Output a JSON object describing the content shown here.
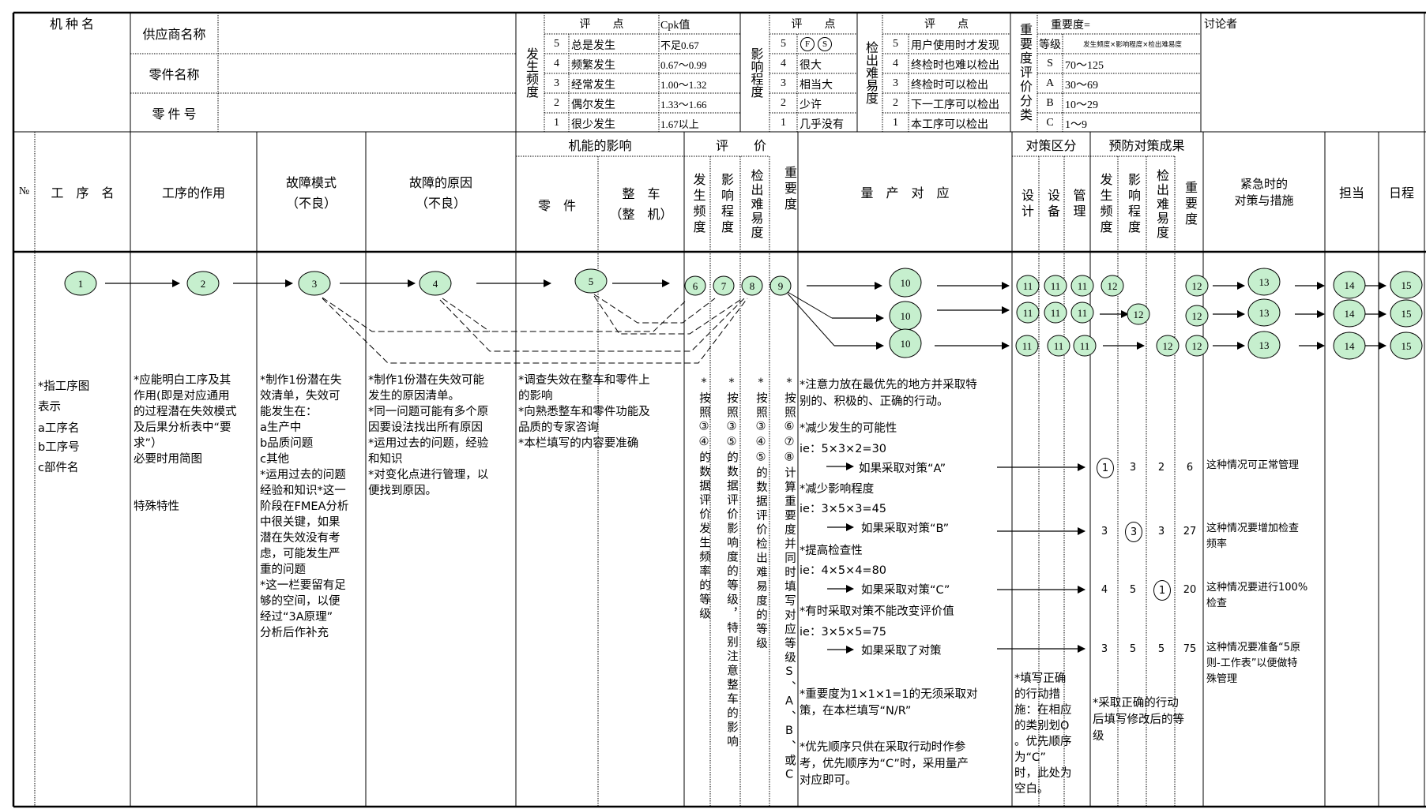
{
  "header": {
    "model_label": "机 种 名",
    "supplier_label": "供应商名称",
    "part_name_label": "零件名称",
    "part_no_label": "零 件 号",
    "discussants_label": "讨论者"
  },
  "occurrence": {
    "label": "发生频度",
    "score_header": "评　　点",
    "cpk_header": "Cpk值",
    "rows": [
      {
        "score": "5",
        "desc": "总是发生",
        "cpk": "不足0.67"
      },
      {
        "score": "4",
        "desc": "频繁发生",
        "cpk": "0.67～0.99"
      },
      {
        "score": "3",
        "desc": "经常发生",
        "cpk": "1.00～1.32"
      },
      {
        "score": "2",
        "desc": "偶尔发生",
        "cpk": "1.33～1.66"
      },
      {
        "score": "1",
        "desc": "很少发生",
        "cpk": "1.67以上"
      }
    ]
  },
  "severity": {
    "label": "影响程度",
    "score_header": "评　　点",
    "rows": [
      {
        "score": "5",
        "icons": [
          "F",
          "S"
        ]
      },
      {
        "score": "4",
        "desc": "很大"
      },
      {
        "score": "3",
        "desc": "相当大"
      },
      {
        "score": "2",
        "desc": "少许"
      },
      {
        "score": "1",
        "desc": "几乎没有"
      }
    ]
  },
  "detection": {
    "label": "检出难易度",
    "score_header": "评　　点",
    "rows": [
      {
        "score": "5",
        "desc": "用户使用时才发现"
      },
      {
        "score": "4",
        "desc": "终检时也难以检出"
      },
      {
        "score": "3",
        "desc": "终检时可以检出"
      },
      {
        "score": "2",
        "desc": "下一工序可以检出"
      },
      {
        "score": "1",
        "desc": "本工序可以检出"
      }
    ]
  },
  "importance": {
    "label": "重要度评价分类",
    "header": "重要度=",
    "grade_label": "等级",
    "formula": "发生频度×影响程度×检出难易度",
    "rows": [
      {
        "grade": "S",
        "range": "70～125"
      },
      {
        "grade": "A",
        "range": "30～69"
      },
      {
        "grade": "B",
        "range": "10～29"
      },
      {
        "grade": "C",
        "range": "1～9"
      }
    ]
  },
  "columns": {
    "no": "№",
    "process_name": "工　序　名",
    "process_function": "工序的作用",
    "failure_mode": [
      "故障模式",
      "（不良）"
    ],
    "failure_cause": [
      "故障的原因",
      "（不良）"
    ],
    "function_effect": "机能的影响",
    "part": "零　件",
    "vehicle": [
      "整　车",
      "（整　机）"
    ],
    "evaluation": "评　　价",
    "eval_occurrence": "发生频度",
    "eval_severity": "影响程度",
    "eval_detection": "检出难易度",
    "eval_importance": "重要度",
    "mass_production": "量　产　对　应",
    "countermeasure_class": "对策区分",
    "cm_design": "设计",
    "cm_equipment": "设备",
    "cm_management": "管理",
    "prevention_result": "预防对策成果",
    "pr_occurrence": "发生频度",
    "pr_severity": "影响程度",
    "pr_detection": "检出难易度",
    "pr_importance": "重要度",
    "emergency": [
      "紧急时的",
      "对策与措施"
    ],
    "owner": "担当",
    "schedule": "日程"
  },
  "flow": {
    "nodes": [
      "1",
      "2",
      "3",
      "4",
      "5",
      "6",
      "7",
      "8",
      "9",
      "10",
      "10",
      "10",
      "11",
      "11",
      "11",
      "11",
      "11",
      "11",
      "11",
      "11",
      "11",
      "12",
      "12",
      "12",
      "12",
      "12",
      "12",
      "13",
      "13",
      "13",
      "14",
      "14",
      "14",
      "15",
      "15",
      "15"
    ]
  },
  "body": {
    "process_name": [
      "*指工序图",
      "表示",
      "a工序名",
      "b工序号",
      "c部件名"
    ],
    "process_function": [
      "*应能明白工序及其",
      "作用(即是对应通用",
      "的过程潜在失效模式",
      "及后果分析表中“要",
      "求”）",
      "必要时用简图",
      "",
      "",
      "特殊特性"
    ],
    "failure_mode": [
      "*制作1份潜在失",
      "效清单，失效可",
      "能发生在：",
      "a生产中",
      "b品质问题",
      "c其他",
      "*运用过去的问题",
      "经验和知识*这一",
      "阶段在FMEA分析",
      "中很关键，如果",
      "潜在失效没有考",
      "虑，可能发生严",
      "重的问题",
      "*这一栏要留有足",
      "够的空间，以便",
      "经过“3A原理”",
      "分析后作补充"
    ],
    "failure_cause": [
      "*制作1份潜在失效可能",
      "发生的原因清单。",
      "*同一问题可能有多个原",
      "因要设法找出所有原因",
      "*运用过去的问题，经验",
      "和知识",
      "*对变化点进行管理，以",
      "便找到原因。"
    ],
    "function_effect": [
      "*调查失效在整车和零件上",
      "的影响",
      "*向熟悉整车和零件功能及",
      "品质的专家咨询",
      "*本栏填写的内容要准确"
    ],
    "eval_occurrence": "*按照③④的数据评价发生频率的等级",
    "eval_severity": "*按照③⑤的数据评价影响度的等级，特别注意整车的影响",
    "eval_detection": "*按照③④⑤的数据评价检出难易度的等级",
    "eval_importance": "*按照⑥⑦⑧计算重要度并同时填写对应等级S、A、B、或C",
    "mass_production": [
      "*注意力放在最优先的地方并采取特",
      "别的、积极的、正确的行动。",
      "*减少发生的可能性",
      "ie：5×3×2=30",
      "如果采取对策“A”",
      "*减少影响程度",
      "ie：3×5×3=45",
      "如果采取对策“B”",
      "*提高检查性",
      "ie：4×5×4=80",
      "如果采取对策“C”",
      "*有时采取对策不能改变评价值",
      "ie：3×5×5=75",
      "如果采取了对策",
      "*重要度为1×1×1=1的无须采取对",
      "策，在本栏填写“N/R”",
      "*优先顺序只供在采取行动时作参",
      "考，优先顺序为“C”时，采用量产",
      "对应即可。"
    ],
    "countermeasure_class": [
      "*填写正确",
      "的行动措",
      "施：在相应",
      "的类别划O",
      "。优先顺序",
      "为“C”",
      "时，此处为",
      "空白。"
    ],
    "prevention_result": [
      "*采取正确的行动",
      "后填写修改后的等",
      "级"
    ],
    "result_rows": [
      [
        {
          "value": "1",
          "circled": true
        },
        {
          "value": "3"
        },
        {
          "value": "2"
        },
        {
          "value": "6"
        }
      ],
      [
        {
          "value": "3"
        },
        {
          "value": "3",
          "circled": true
        },
        {
          "value": "3"
        },
        {
          "value": "27"
        }
      ],
      [
        {
          "value": "4"
        },
        {
          "value": "5"
        },
        {
          "value": "1",
          "circled": true
        },
        {
          "value": "20"
        }
      ],
      [
        {
          "value": "3"
        },
        {
          "value": "5"
        },
        {
          "value": "5"
        },
        {
          "value": "75"
        }
      ]
    ],
    "emergency": [
      [
        "这种情况可正常管理"
      ],
      [
        "这种情况要增加检查",
        "频率"
      ],
      [
        "这种情况要进行100%",
        "检查"
      ],
      [
        "这种情况要准备“5原",
        "则-工作表”以便做特",
        "殊管理"
      ]
    ]
  },
  "colors": {
    "node_fill": "#c6efce",
    "line": "#000000"
  }
}
